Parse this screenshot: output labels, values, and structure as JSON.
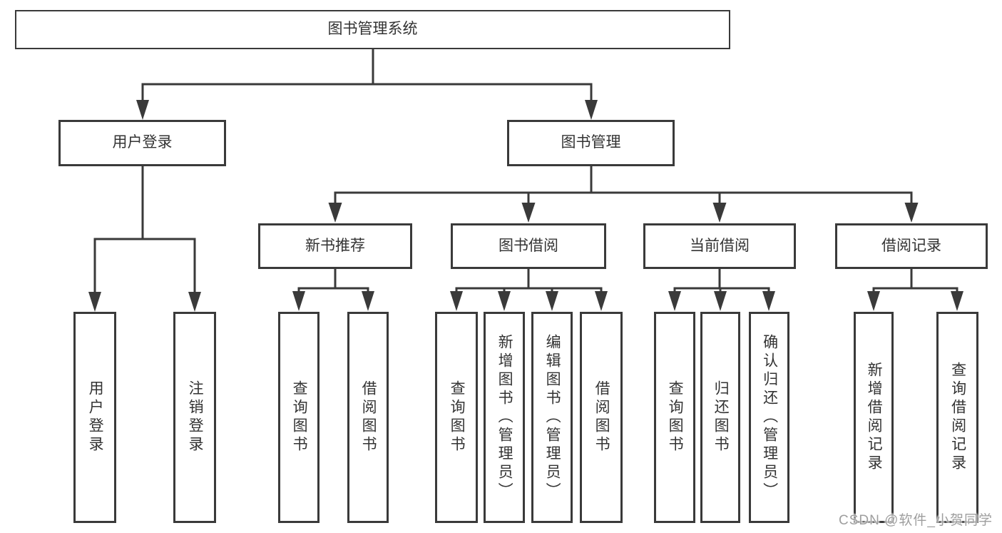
{
  "diagram": {
    "root": {
      "label": "图书管理系统"
    },
    "branches": [
      {
        "label": "用户登录",
        "children": [
          {
            "label": "用户登录"
          },
          {
            "label": "注销登录"
          }
        ]
      },
      {
        "label": "图书管理",
        "children": [
          {
            "label": "新书推荐",
            "children": [
              {
                "label": "查询图书"
              },
              {
                "label": "借阅图书"
              }
            ]
          },
          {
            "label": "图书借阅",
            "children": [
              {
                "label": "查询图书"
              },
              {
                "label": "新增图书（管理员）"
              },
              {
                "label": "编辑图书（管理员）"
              },
              {
                "label": "借阅图书"
              }
            ]
          },
          {
            "label": "当前借阅",
            "children": [
              {
                "label": "查询图书"
              },
              {
                "label": "归还图书"
              },
              {
                "label": "确认归还（管理员）"
              }
            ]
          },
          {
            "label": "借阅记录",
            "children": [
              {
                "label": "新增借阅记录"
              },
              {
                "label": "查询借阅记录"
              }
            ]
          }
        ]
      }
    ]
  },
  "colors": {
    "line": "#3a3a3a",
    "text": "#333333",
    "watermark": "#9e9e9e",
    "background": "#ffffff"
  },
  "watermark": {
    "text": "CSDN @软件_小贺同学"
  }
}
